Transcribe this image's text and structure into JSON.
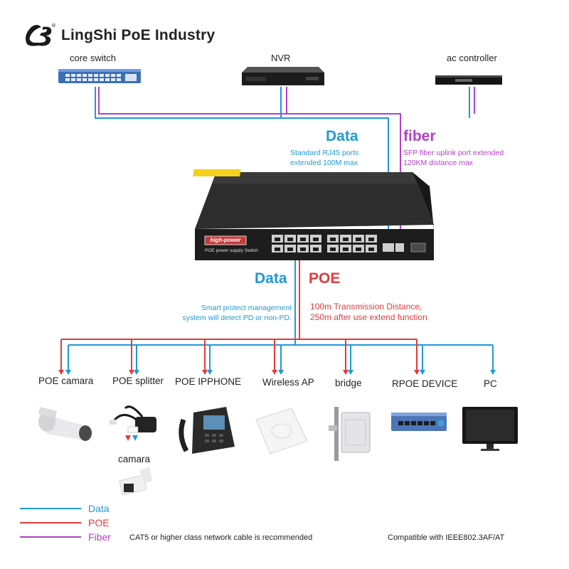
{
  "brand": {
    "name": "LingShi PoE Industry",
    "logo_text": "LS"
  },
  "colors": {
    "data": "#1e9ad6",
    "poe": "#e43a3a",
    "fiber": "#b43fc8"
  },
  "top_devices": [
    {
      "label": "core switch",
      "icon": "core-switch-icon"
    },
    {
      "label": "NVR",
      "icon": "nvr-icon"
    },
    {
      "label": "ac controller",
      "icon": "ac-controller-icon"
    }
  ],
  "upper": {
    "data_title": "Data",
    "data_note_1": "Standard RJ45 ports",
    "data_note_2": "extended 100M max",
    "fiber_title": "fiber",
    "fiber_note_1": "SFP fiber uplink port extended",
    "fiber_note_2": "120KM distance max"
  },
  "switch": {
    "badge": "high-power",
    "subtitle": "POE power supply Switch"
  },
  "lower": {
    "data_title": "Data",
    "poe_title": "POE",
    "data_note_1": "Smart protect management",
    "data_note_2": "system will detect PD or non-PD.",
    "poe_note_1": "100m Transmission Distance,",
    "poe_note_2": "250m after use extend function"
  },
  "endpoints": [
    {
      "label": "POE camara",
      "icon": "poe-camera-icon"
    },
    {
      "label": "POE splitter",
      "icon": "poe-splitter-icon"
    },
    {
      "label": "POE IPPHONE",
      "icon": "ip-phone-icon"
    },
    {
      "label": "Wireless AP",
      "icon": "wireless-ap-icon"
    },
    {
      "label": "bridge",
      "icon": "bridge-icon"
    },
    {
      "label": "RPOE DEVICE",
      "icon": "rpoe-device-icon"
    },
    {
      "label": "PC",
      "icon": "pc-monitor-icon"
    }
  ],
  "splitter_camera_label": "camara",
  "legend": [
    {
      "label": "Data",
      "color": "#1e9ad6"
    },
    {
      "label": "POE",
      "color": "#e43a3a"
    },
    {
      "label": "Fiber",
      "color": "#b43fc8"
    }
  ],
  "footer": {
    "cable_note": "CAT5 or higher class network cable is recommended",
    "compat_note": "Compatible with IEEE802.3AF/AT"
  }
}
